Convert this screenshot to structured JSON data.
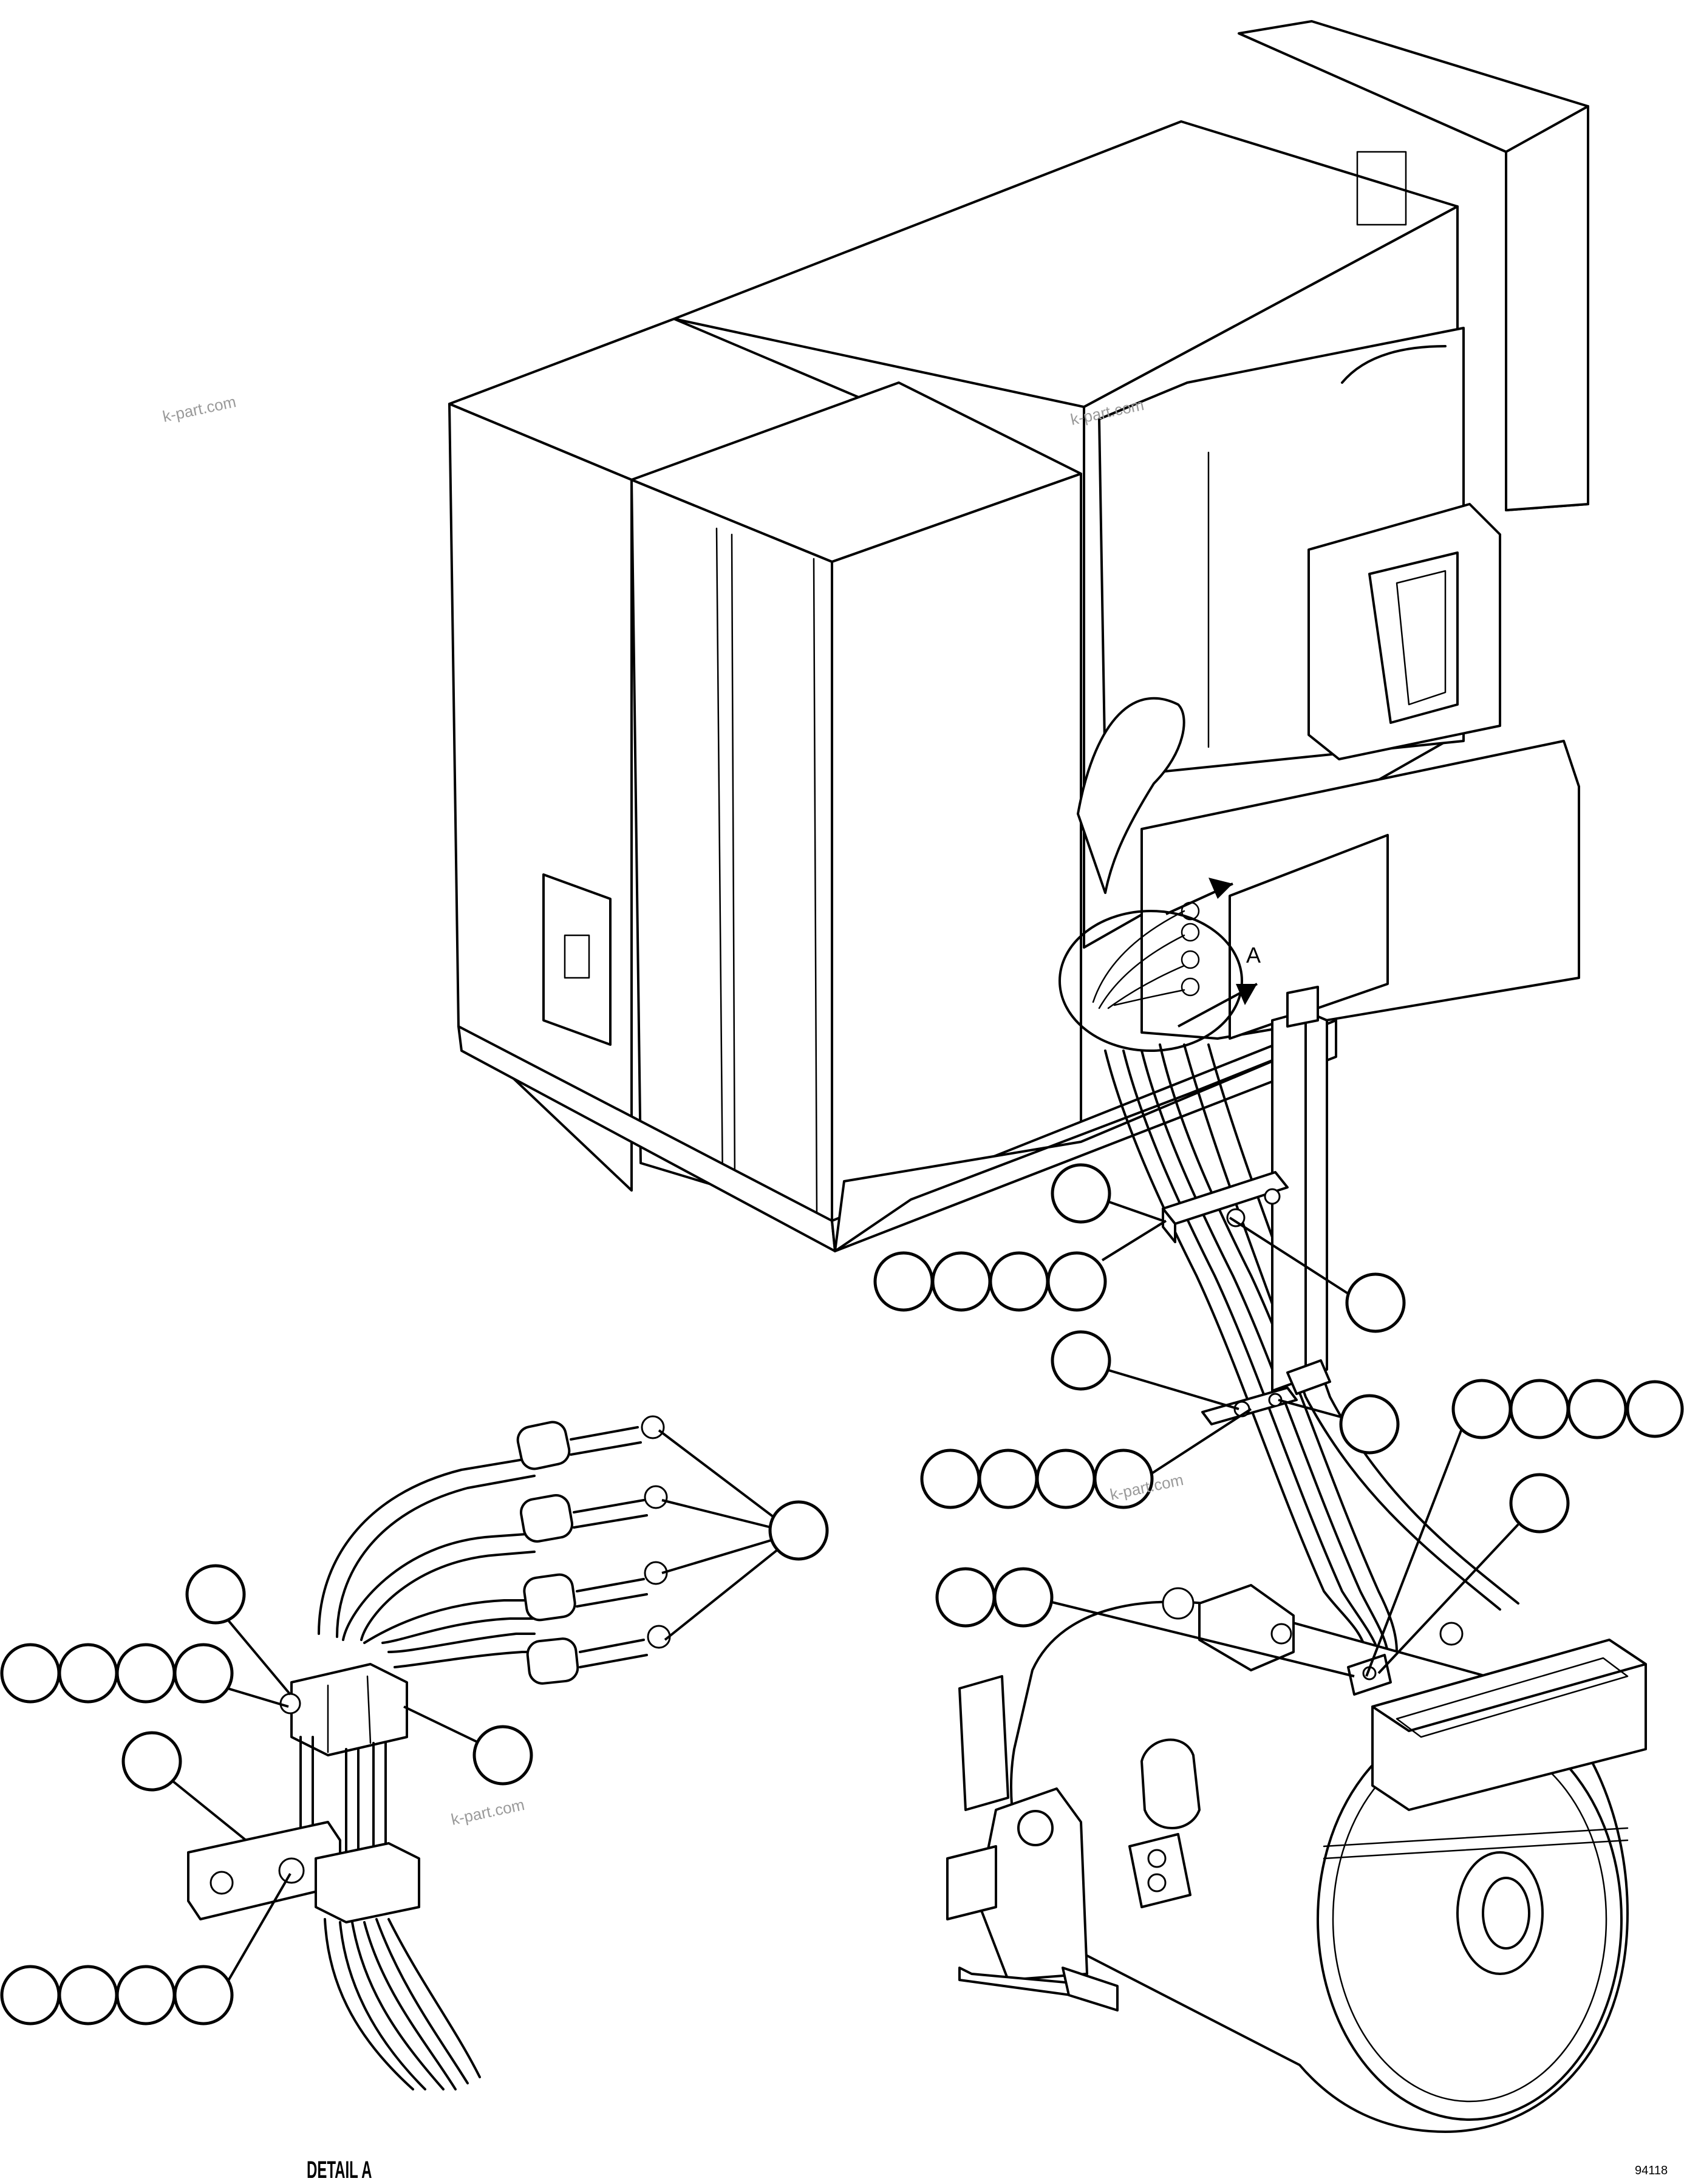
{
  "watermark": "k-part.com",
  "detail_marker": "A",
  "detail_title": "DETAIL A",
  "figure_id": "94118",
  "callouts_empty": true
}
